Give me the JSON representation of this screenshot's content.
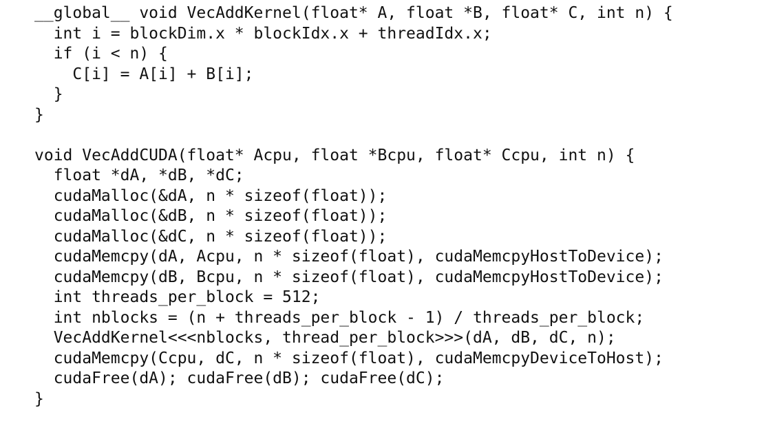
{
  "page": {
    "background_color": "#ffffff",
    "text_color": "#111111",
    "content_type": "code-listing",
    "language": "CUDA C"
  },
  "code": {
    "lines": [
      "__global__ void VecAddKernel(float* A, float *B, float* C, int n) {",
      "  int i = blockDim.x * blockIdx.x + threadIdx.x;",
      "  if (i < n) {",
      "    C[i] = A[i] + B[i];",
      "  }",
      "}",
      "",
      "void VecAddCUDA(float* Acpu, float *Bcpu, float* Ccpu, int n) {",
      "  float *dA, *dB, *dC;",
      "  cudaMalloc(&dA, n * sizeof(float));",
      "  cudaMalloc(&dB, n * sizeof(float));",
      "  cudaMalloc(&dC, n * sizeof(float));",
      "  cudaMemcpy(dA, Acpu, n * sizeof(float), cudaMemcpyHostToDevice);",
      "  cudaMemcpy(dB, Bcpu, n * sizeof(float), cudaMemcpyHostToDevice);",
      "  int threads_per_block = 512;",
      "  int nblocks = (n + threads_per_block - 1) / threads_per_block;",
      "  VecAddKernel<<<nblocks, thread_per_block>>>(dA, dB, dC, n);",
      "  cudaMemcpy(Ccpu, dC, n * sizeof(float), cudaMemcpyDeviceToHost);",
      "  cudaFree(dA); cudaFree(dB); cudaFree(dC);",
      "}"
    ]
  }
}
